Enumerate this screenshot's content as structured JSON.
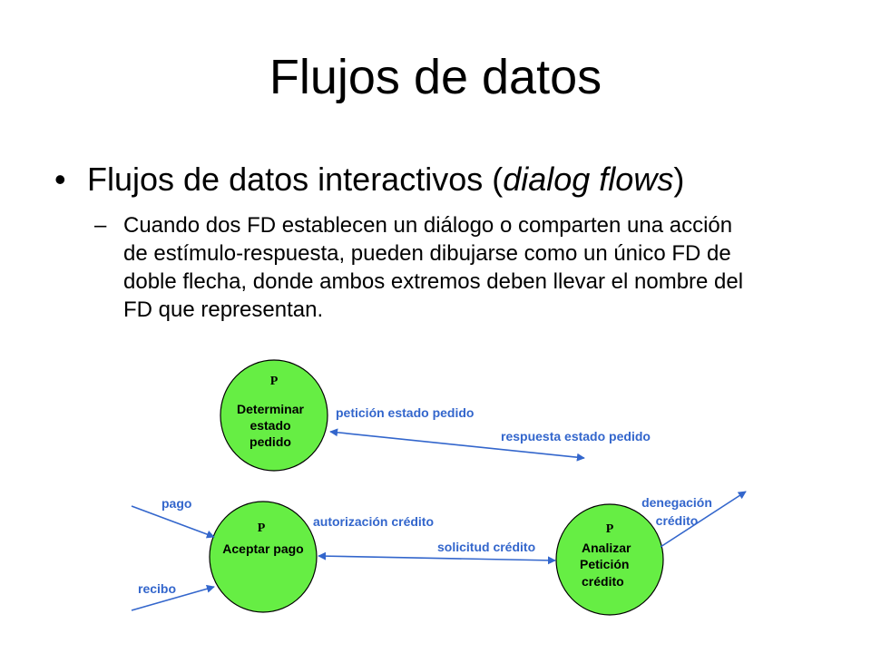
{
  "slide": {
    "title": "Flujos de datos",
    "bullet": {
      "symbol": "•",
      "text_before": "Flujos de datos interactivos (",
      "text_italic": "dialog flows",
      "text_after": ")"
    },
    "sub_bullet": {
      "symbol": "–",
      "lines": [
        "Cuando dos FD establecen un diálogo o comparten una acción",
        "de estímulo-respuesta, pueden dibujarse como un único FD de",
        "doble flecha, donde ambos extremos deben llevar el nombre del",
        "FD que representan."
      ]
    }
  },
  "diagram": {
    "colors": {
      "process_fill": "#66ee44",
      "flow_label": "#3366cc",
      "outline": "#000000"
    },
    "processes": [
      {
        "marker": "P",
        "label_lines": [
          "Determinar",
          "estado",
          "pedido"
        ]
      },
      {
        "marker": "P",
        "label_lines": [
          "Aceptar pago"
        ]
      },
      {
        "marker": "P",
        "label_lines": [
          "Analizar",
          "Petición",
          "crédito"
        ]
      }
    ],
    "flows": {
      "peticion_estado": "petición estado pedido",
      "respuesta_estado": "respuesta estado pedido",
      "pago": "pago",
      "recibo": "recibo",
      "autorizacion": "autorización crédito",
      "solicitud": "solicitud crédito",
      "denegacion_lines": [
        "denegación",
        "crédito"
      ]
    }
  }
}
